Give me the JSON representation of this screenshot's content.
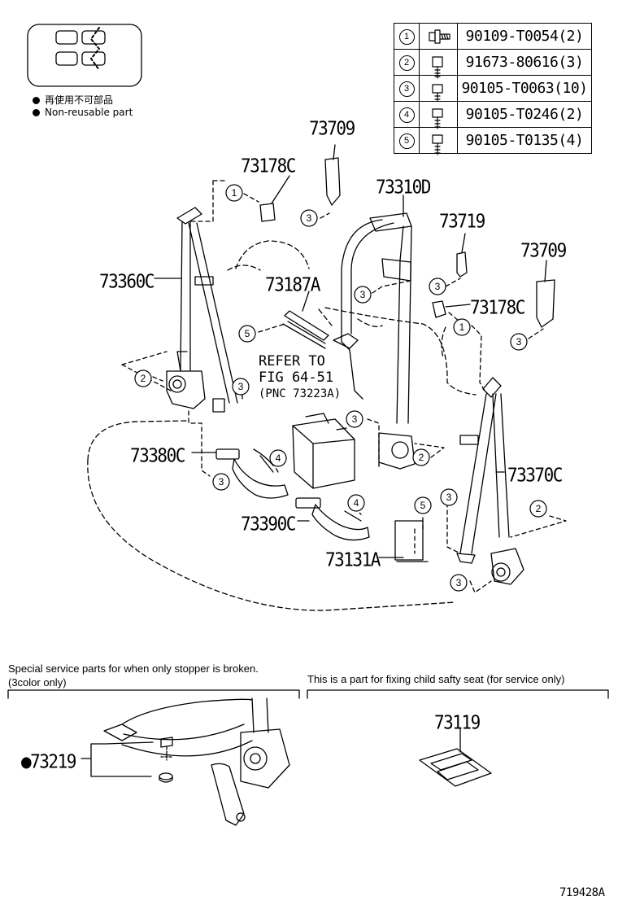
{
  "legend": {
    "japanese": "再使用不可部品",
    "english": "Non-reusable part"
  },
  "hardware_table": [
    {
      "ref": "1",
      "icon": "bolt-with-washer-icon",
      "part": "90109-T0054(2)"
    },
    {
      "ref": "2",
      "icon": "flange-bolt-icon",
      "part": "91673-80616(3)"
    },
    {
      "ref": "3",
      "icon": "short-bolt-icon",
      "part": "90105-T0063(10)"
    },
    {
      "ref": "4",
      "icon": "bolt-icon",
      "part": "90105-T0246(2)"
    },
    {
      "ref": "5",
      "icon": "bolt-icon",
      "part": "90105-T0135(4)"
    }
  ],
  "parts": {
    "p73709_top": "73709",
    "p73178c_top": "73178C",
    "p73310d": "73310D",
    "p73719": "73719",
    "p73709_right": "73709",
    "p73360c": "73360C",
    "p73187a": "73187A",
    "p73178c_right": "73178C",
    "p73380c": "73380C",
    "p73370c": "73370C",
    "p73390c": "73390C",
    "p73131a": "73131A",
    "p73219": "●73219",
    "p73119": "73119"
  },
  "refer": {
    "line1": "REFER TO",
    "line2": "FIG 64-51",
    "line3": "(PNC 73223A)"
  },
  "callouts": {
    "c1a": "1",
    "c1b": "1",
    "c2a": "2",
    "c2b": "2",
    "c2c": "2",
    "c3a": "3",
    "c3b": "3",
    "c3c": "3",
    "c3d": "3",
    "c3e": "3",
    "c3f": "3",
    "c3g": "3",
    "c3h": "3",
    "c4a": "4",
    "c4b": "4",
    "c5a": "5",
    "c5b": "5"
  },
  "notes": {
    "stopper_line1": "Special service parts for when only stopper is broken.",
    "stopper_line2": "(3color only)",
    "child_seat": "This is a part for fixing child safty seat (for service only)"
  },
  "footer": "719428A"
}
